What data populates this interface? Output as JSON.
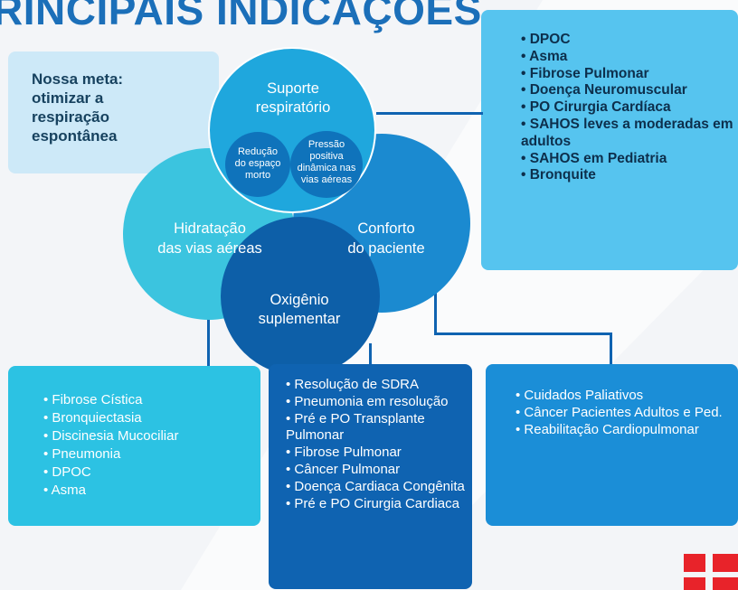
{
  "title": "RINCIPAIS INDICAÇÕES",
  "meta_text": "Nossa meta:\notimizar a\nrespiração\nespontânea",
  "circles": {
    "suporte": "Suporte\nrespiratório",
    "hidratacao": "Hidratação\ndas vias aéreas",
    "conforto": "Conforto\ndo paciente",
    "oxigenio": "Oxigênio\nsuplementar",
    "reducao": "Redução\ndo espaço\nmorto",
    "pressao": "Pressão\npositiva\ndinâmica nas\nvias aéreas"
  },
  "lists": {
    "suporte": [
      "DPOC",
      "Asma",
      "Fibrose Pulmonar",
      "Doença Neuromuscular",
      "PO Cirurgia Cardíaca",
      "SAHOS leves a moderadas em adultos",
      "SAHOS em Pediatria",
      "Bronquite"
    ],
    "hidratacao": [
      "Fibrose Cística",
      "Bronquiectasia",
      "Discinesia Mucociliar",
      "Pneumonia",
      "DPOC",
      "Asma"
    ],
    "oxigenio": [
      "Resolução de SDRA",
      "Pneumonia em resolução",
      "Pré e PO Transplante Pulmonar",
      "Fibrose Pulmonar",
      "Câncer Pulmonar",
      "Doença Cardiaca Congênita",
      "Pré e PO Cirurgia Cardiaca"
    ],
    "conforto": [
      "Cuidados Paliativos",
      "Câncer Pacientes Adultos e Ped.",
      "Reabilitação Cardiopulmonar"
    ]
  },
  "colors": {
    "title": "#1b6fb9",
    "dark_blue": "#0f63b1",
    "light_blue": "#56c4ef",
    "teal": "#2cc2e3",
    "mid_blue": "#1b8ed7",
    "logo_red": "#e8232a"
  },
  "icons": {
    "logo": "red-cross-logo-icon"
  }
}
